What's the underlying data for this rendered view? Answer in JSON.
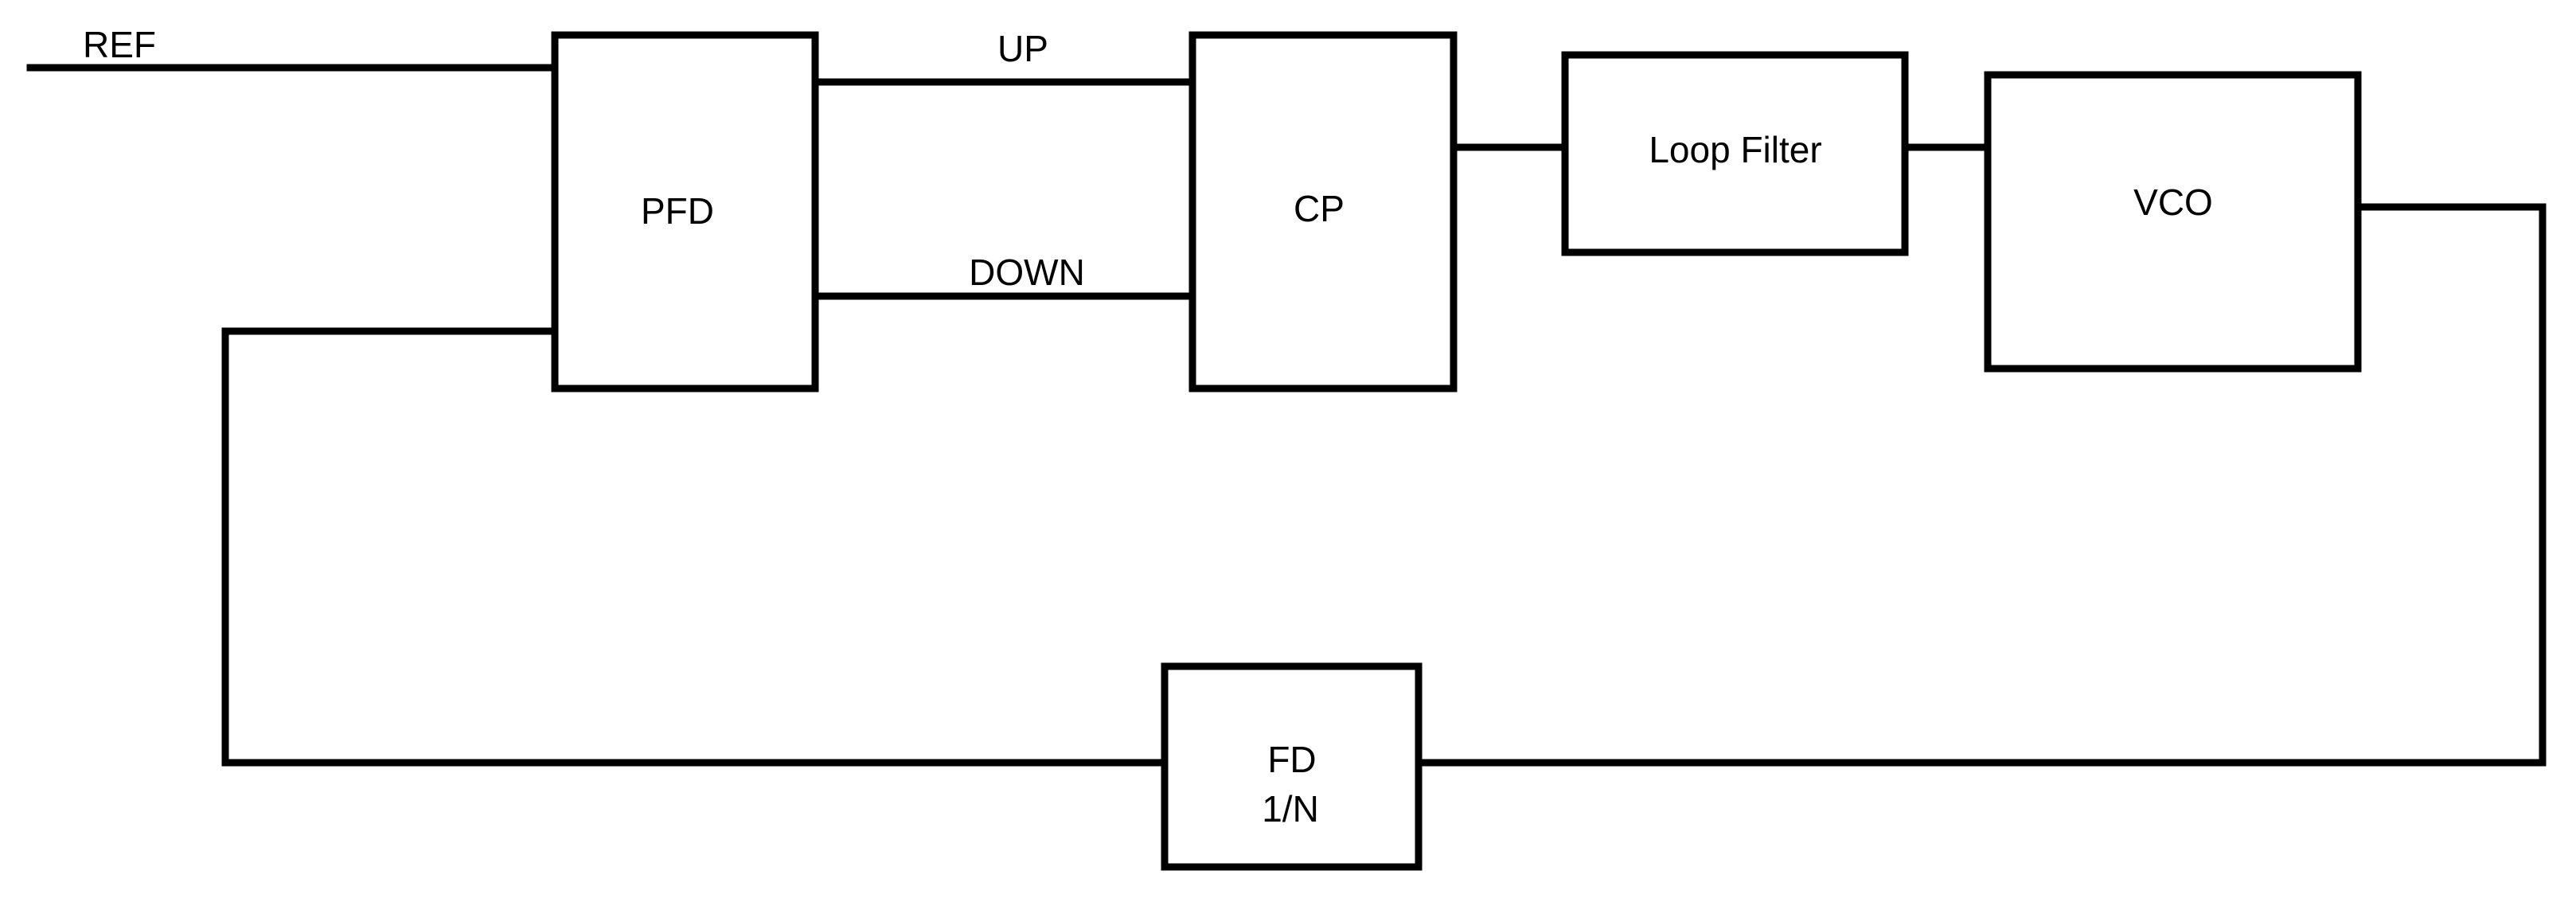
{
  "diagram": {
    "signals": {
      "ref": "REF",
      "up": "UP",
      "down": "DOWN"
    },
    "blocks": {
      "pfd": "PFD",
      "cp": "CP",
      "loop_filter": "Loop Filter",
      "vco": "VCO",
      "fd_line1": "FD",
      "fd_line2": "1/N"
    },
    "colors": {
      "stroke": "#000000",
      "background": "#ffffff"
    }
  }
}
